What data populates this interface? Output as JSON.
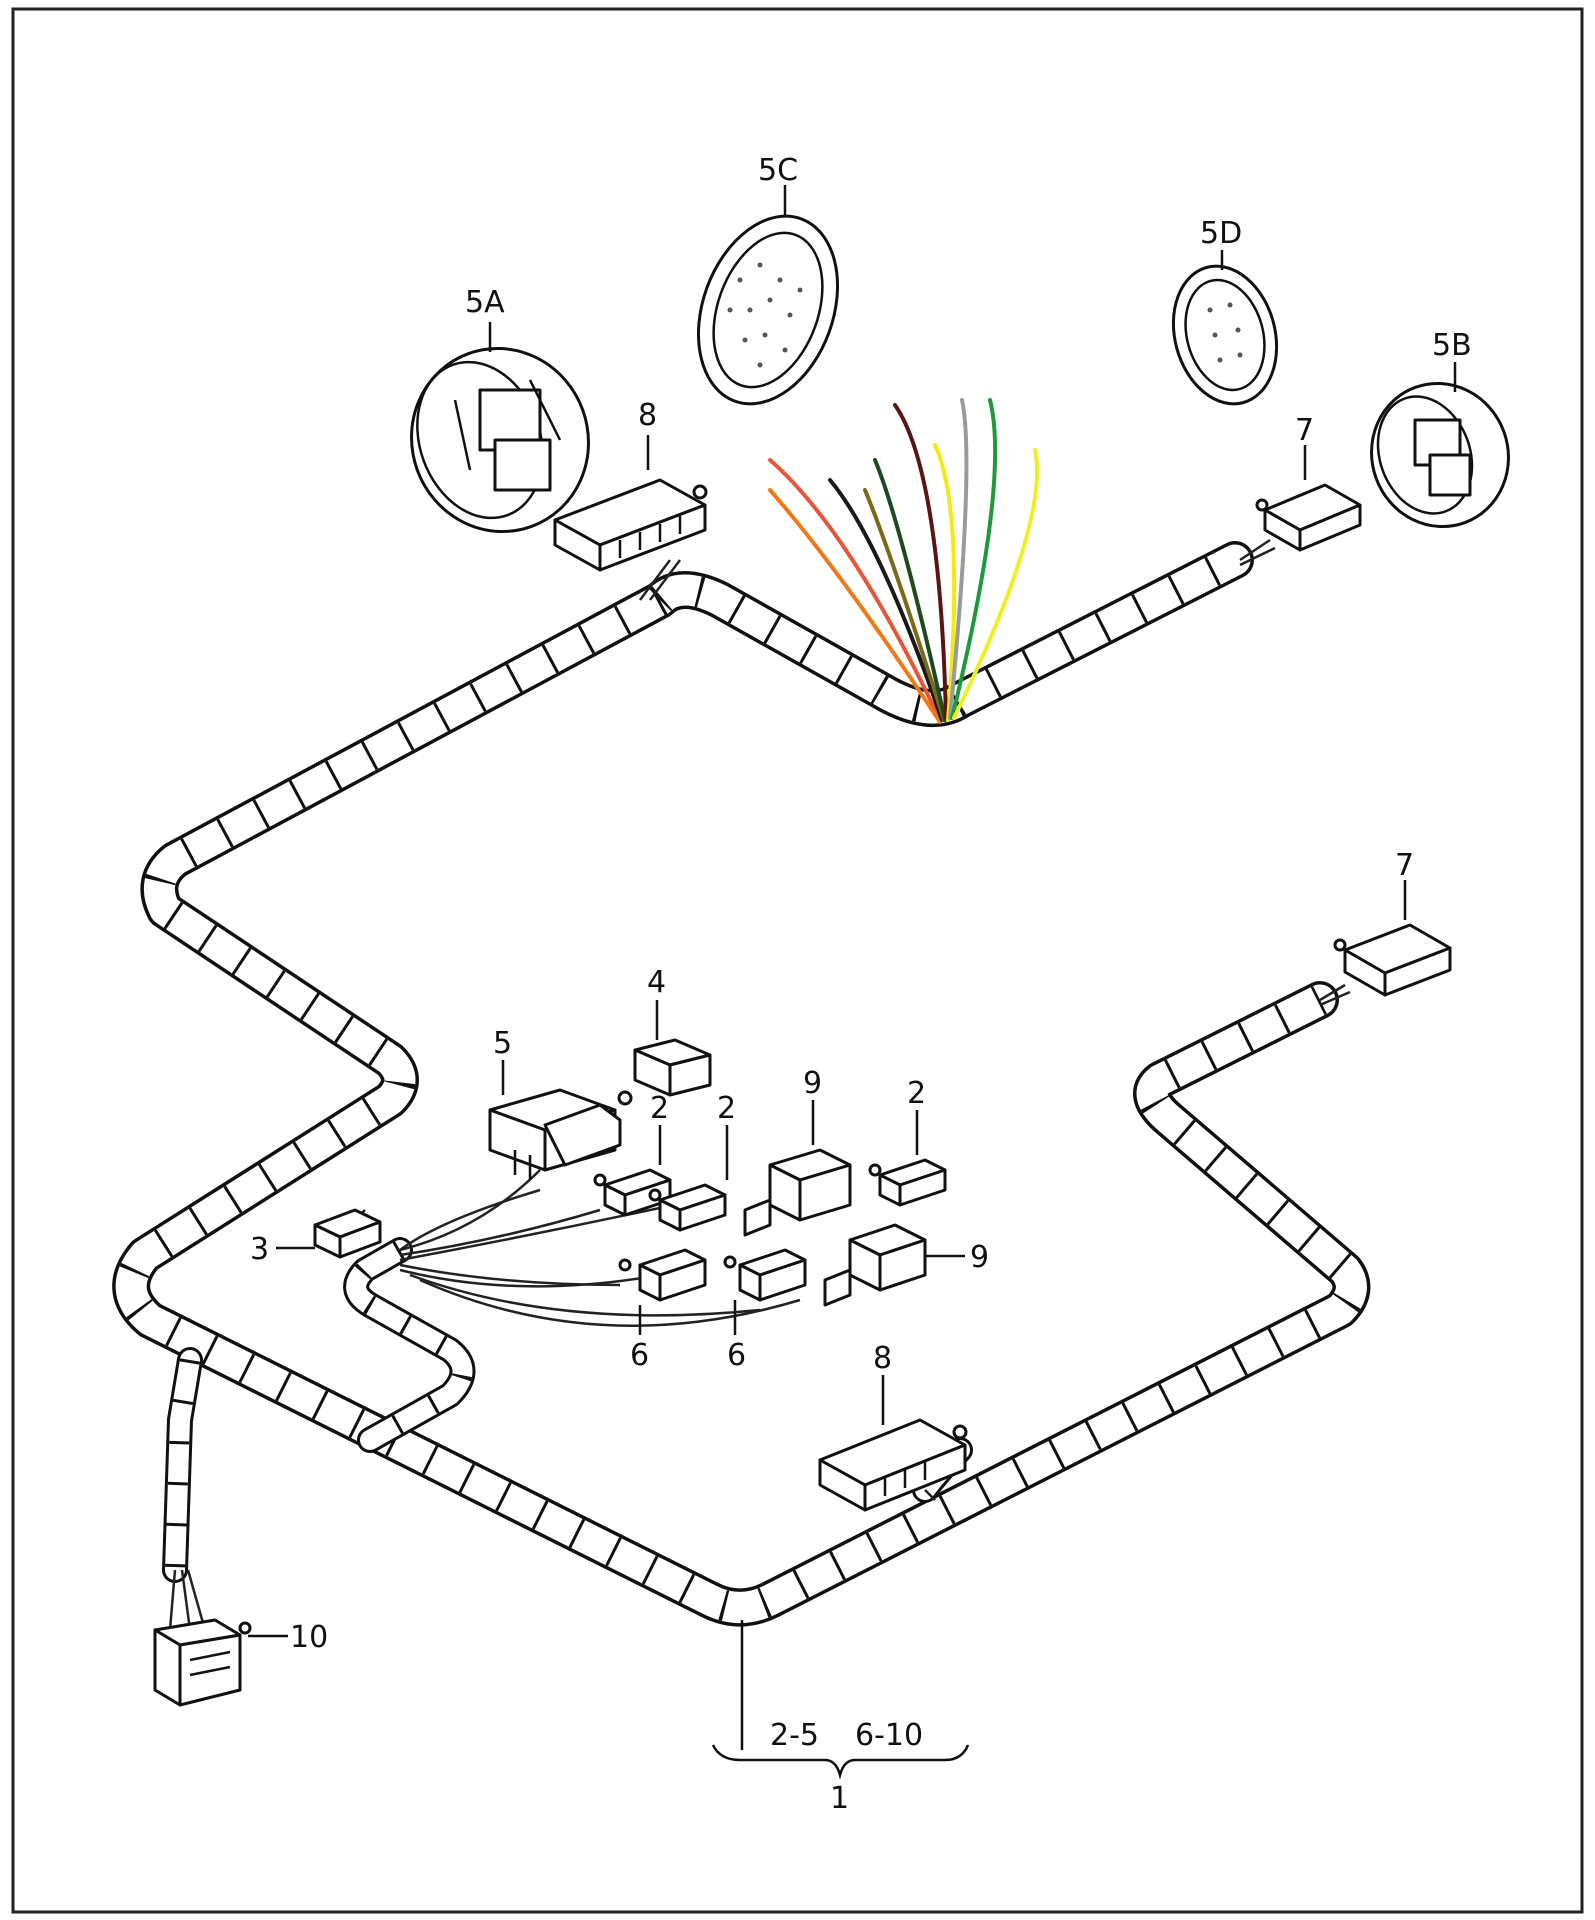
{
  "labels": {
    "l5a": "5A",
    "l5c": "5C",
    "l5d": "5D",
    "l5b": "5B",
    "l8_top": "8",
    "l7_top": "7",
    "l7_right": "7",
    "l4": "4",
    "l5": "5",
    "l2_a": "2",
    "l2_b": "2",
    "l9_top": "9",
    "l2_c": "2",
    "l3": "3",
    "l9_right": "9",
    "l6_a": "6",
    "l6_b": "6",
    "l8_bottom": "8",
    "l10": "10",
    "range_a": "2-5",
    "range_b": "6-10",
    "l1": "1"
  },
  "colors": {
    "wire_red": "#e8563a",
    "wire_orange": "#f07a1a",
    "wire_black": "#1a1a1a",
    "wire_olive": "#7a6a1a",
    "wire_dark_green": "#1e4a22",
    "wire_brown": "#5a1414",
    "wire_yellow": "#f2ea10",
    "wire_grey": "#9a9a9a",
    "wire_green": "#1f9a3a",
    "wire_yellow2": "#eef020"
  }
}
